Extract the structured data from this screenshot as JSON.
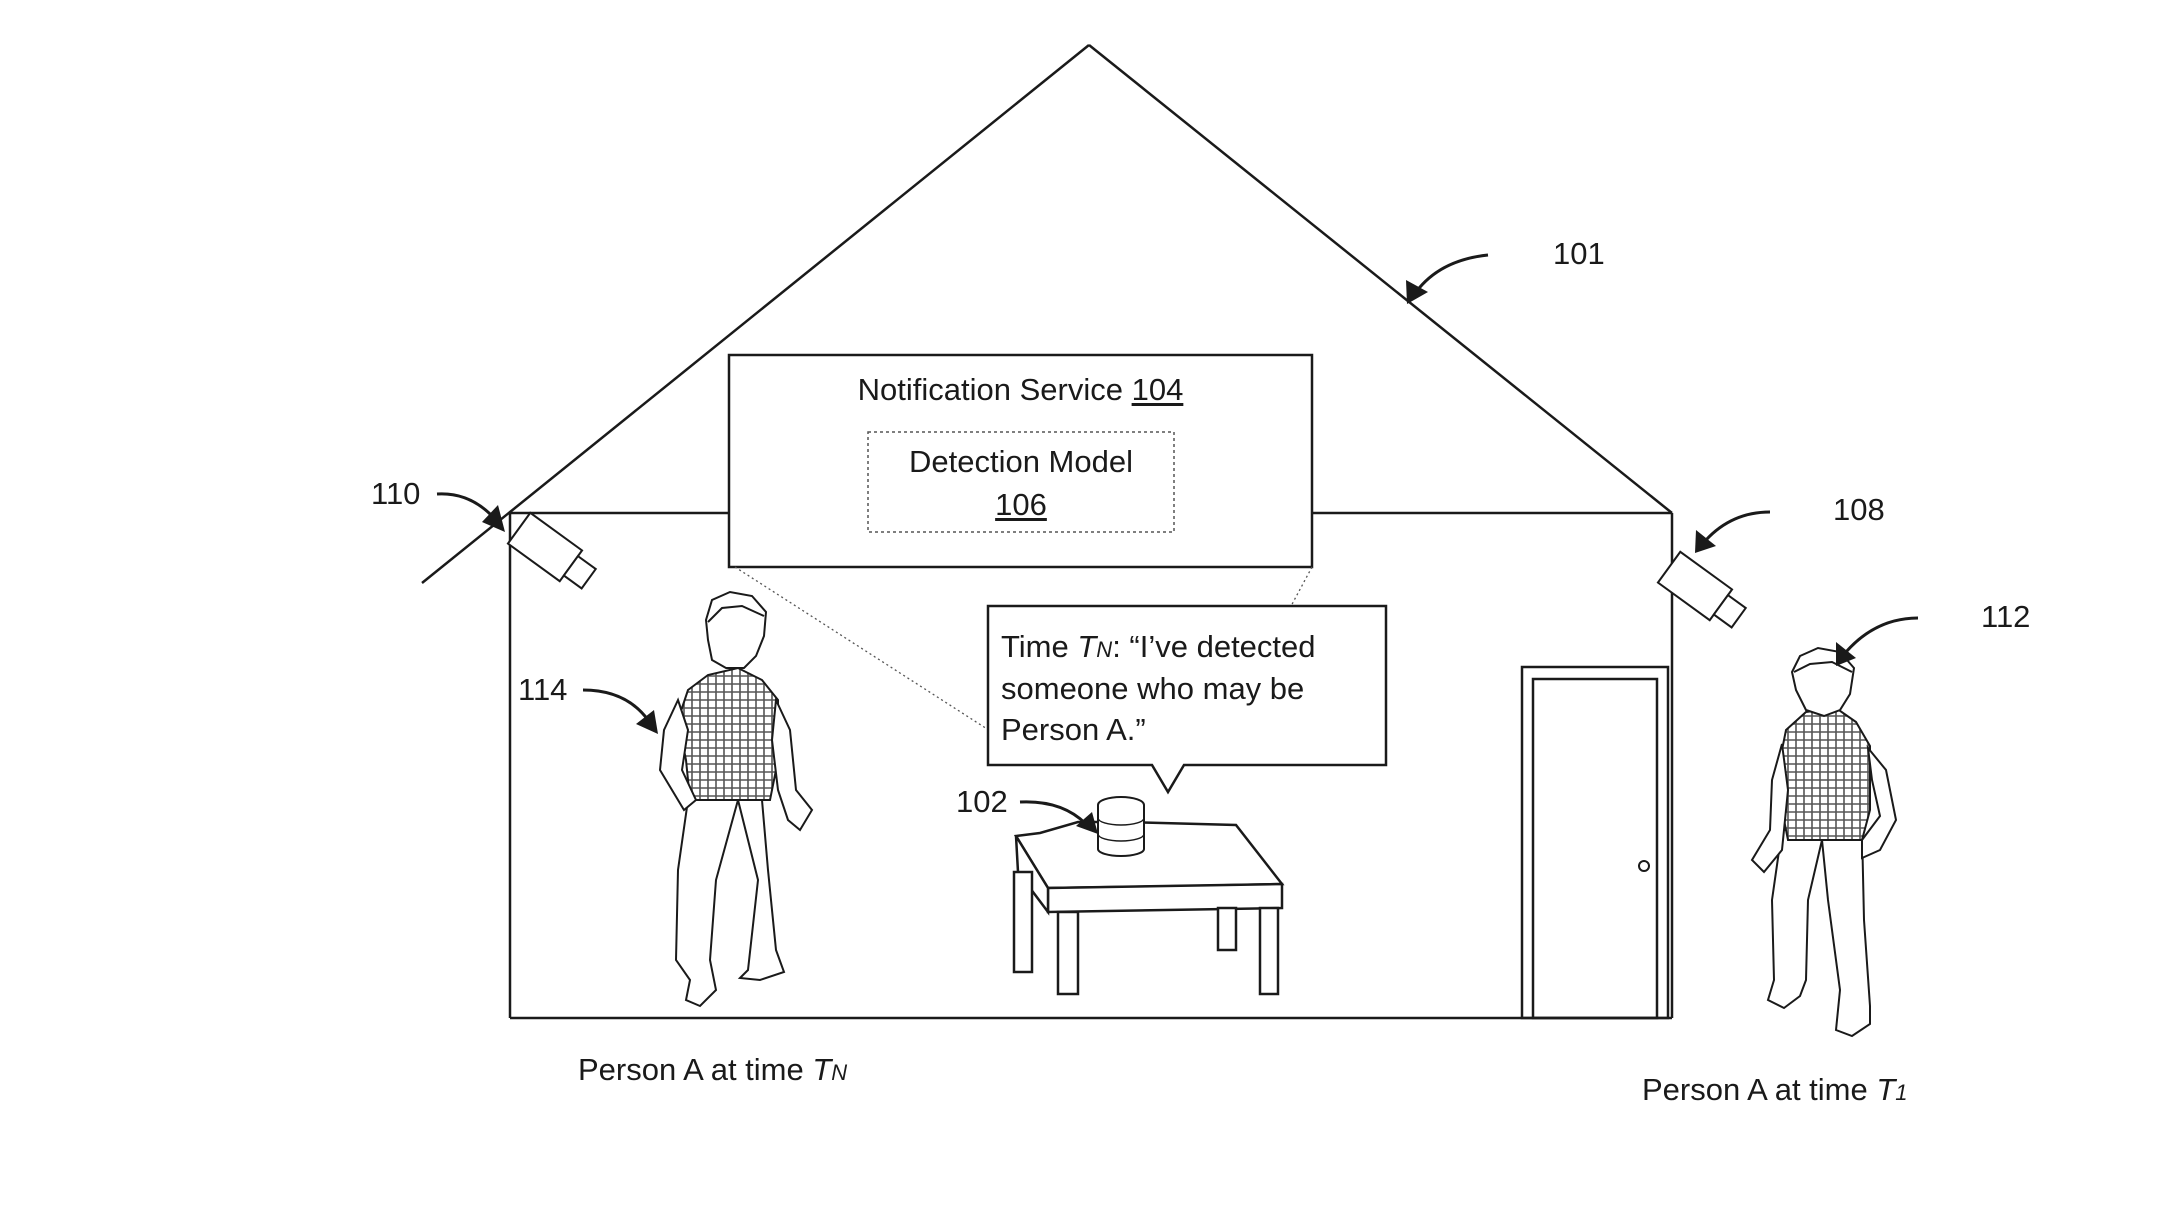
{
  "diagram": {
    "notification_service": {
      "label": "Notification Service",
      "ref": "104"
    },
    "detection_model": {
      "label": "Detection Model",
      "ref": "106"
    },
    "speech_bubble": {
      "prefix": "Time ",
      "time_symbol": "T",
      "time_subscript": "N",
      "line1_rest": ": “I’ve detected",
      "line2": "someone who may be",
      "line3": "Person A.”"
    },
    "reference_numerals": {
      "house": "101",
      "device": "102",
      "camera_right": "108",
      "camera_left": "110",
      "person_outside": "112",
      "person_inside": "114"
    },
    "captions": {
      "person_inside": {
        "text": "Person A at time ",
        "time_symbol": "T",
        "time_subscript": "N"
      },
      "person_outside": {
        "text": "Person A at time ",
        "time_symbol": "T",
        "time_subscript": "1"
      }
    }
  },
  "colors": {
    "line": "#1a1a1a",
    "background": "#ffffff",
    "hatch": "#555555"
  }
}
